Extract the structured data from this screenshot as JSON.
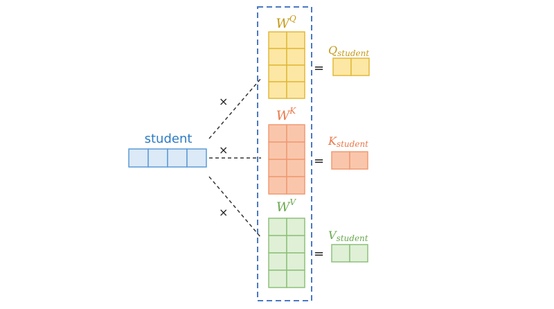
{
  "colors": {
    "student_fill": "#dce9f7",
    "student_stroke": "#5b9bd5",
    "student_text": "#2e7bc4",
    "q_fill": "#fde7a4",
    "q_stroke": "#e0b93a",
    "q_text": "#c59a1a",
    "k_fill": "#f9c6ac",
    "k_stroke": "#ef9a72",
    "k_text": "#e8784a",
    "v_fill": "#dff0d6",
    "v_stroke": "#8ec07a",
    "v_text": "#6aa84f",
    "dashed_box": "#4a78c2",
    "connector": "#333333"
  },
  "input": {
    "label": "student"
  },
  "operators": {
    "multiply": "×",
    "equals": "="
  },
  "weights": [
    {
      "id": "q",
      "base": "W",
      "sup": "Q"
    },
    {
      "id": "k",
      "base": "W",
      "sup": "K"
    },
    {
      "id": "v",
      "base": "W",
      "sup": "V"
    }
  ],
  "outputs": [
    {
      "id": "q",
      "base": "Q",
      "sub": "student"
    },
    {
      "id": "k",
      "base": "K",
      "sub": "student"
    },
    {
      "id": "v",
      "base": "V",
      "sub": "student"
    }
  ]
}
